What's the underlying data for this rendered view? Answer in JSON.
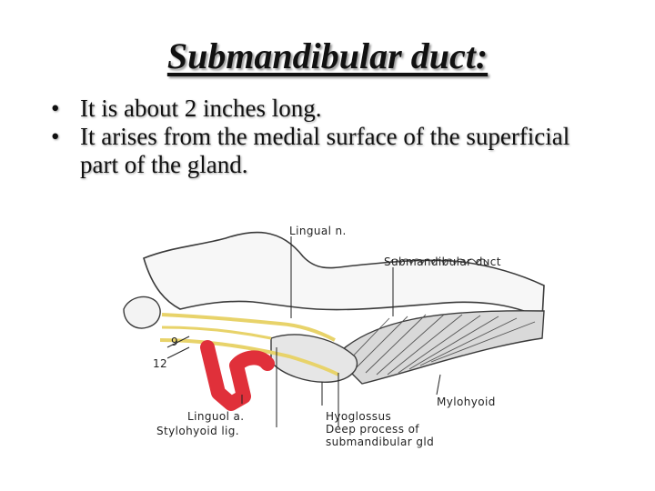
{
  "slide": {
    "title": "Submandibular duct:",
    "bullets": [
      "It is about 2 inches long.",
      "It arises from the medial surface of the superficial part of the gland."
    ]
  },
  "figure": {
    "labels": {
      "lingual_n": "Lingual n.",
      "submandibular_duct": "Submandibular duct",
      "nine": "9",
      "twelve": "12",
      "mylohyoid": "Mylohyoid",
      "lingual_a": "Linguol a.",
      "stylohyoid_lig": "Stylohyoid lig.",
      "hyoglossus": "Hyoglossus",
      "deep_process": "Deep process of",
      "submandibular_gld": "submandibular gld"
    },
    "colors": {
      "artery": "#e0303a",
      "nerve": "#e8d36a",
      "outline": "#3a3a3a"
    }
  }
}
